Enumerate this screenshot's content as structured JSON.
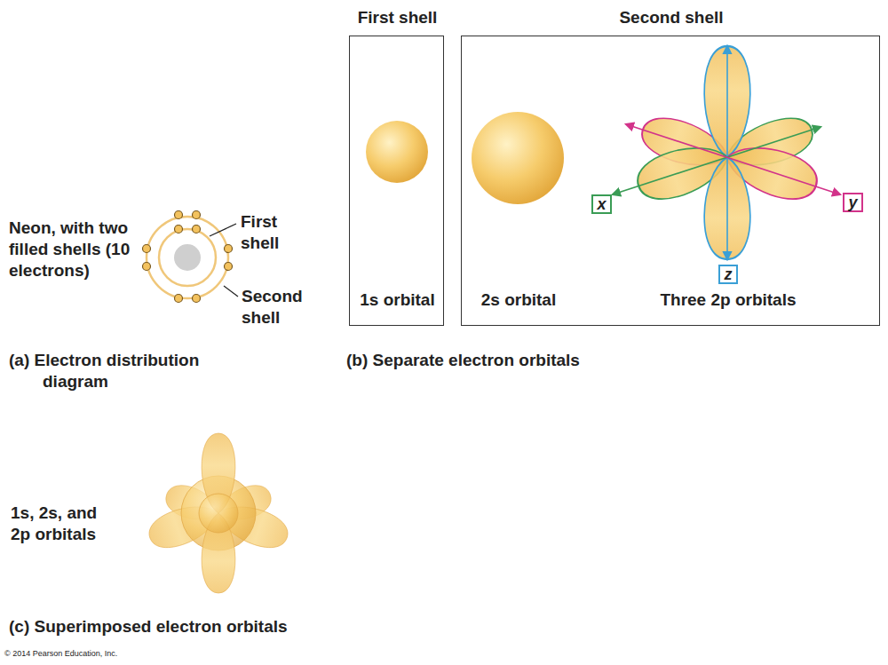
{
  "diagram": {
    "nodes": [
      {
        "text": [
          "First shell",
          "1s orbital"
        ]
      },
      {
        "text": [
          "Second shell",
          "2s orbital",
          "Three 2p orbitals"
        ]
      },
      {
        "text": [
          "x"
        ],
        "in": 1
      },
      {
        "text": [
          "y"
        ],
        "in": 1
      },
      {
        "text": [
          "z"
        ],
        "in": 1
      }
    ],
    "labels": [
      "Neon, with two filled shells (10 electrons)",
      "First shell",
      "Second shell",
      "(a) Electron distribution diagram",
      "(b) Separate electron orbitals",
      "1s, 2s, and 2p orbitals",
      "(c) Superimposed electron orbitals",
      "© 2014 Pearson Education, Inc."
    ]
  }
}
